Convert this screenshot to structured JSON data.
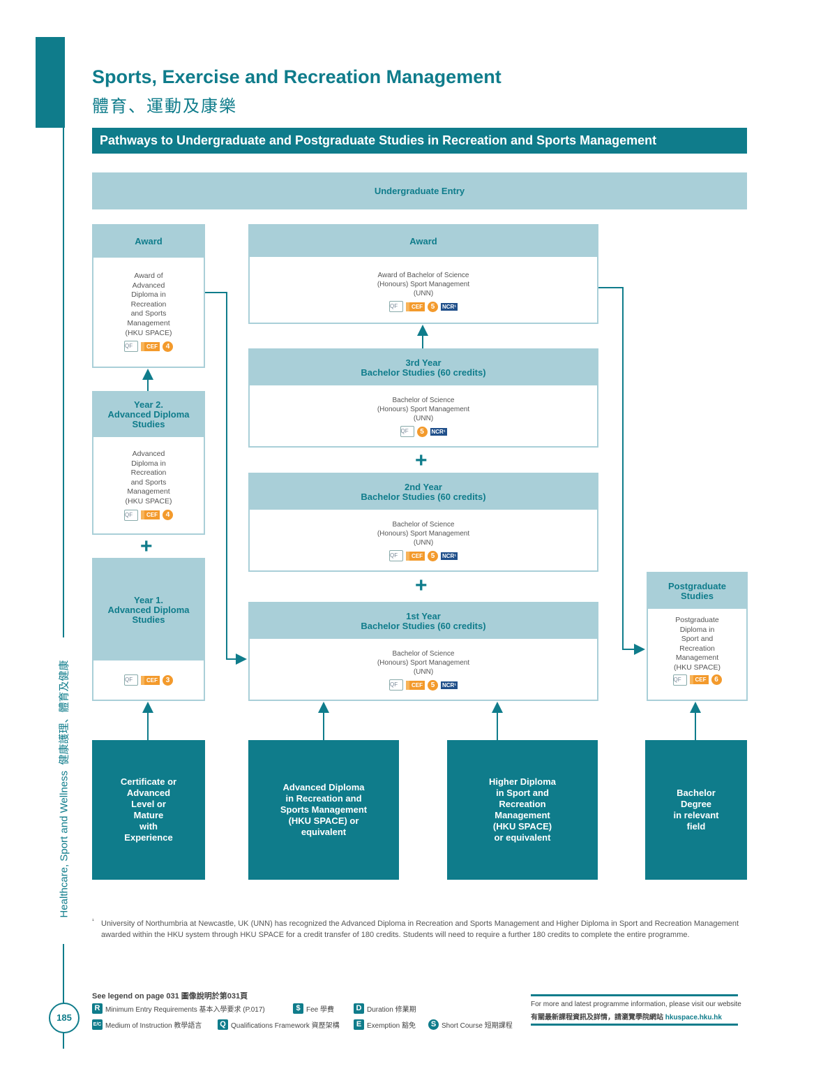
{
  "page": {
    "title_en": "Sports, Exercise and Recreation Management",
    "title_zh": "體育、運動及康樂",
    "band": "Pathways to Undergraduate and Postgraduate Studies in Recreation and Sports Management",
    "side_text": "Healthcare, Sport and Wellness  健康護理、體育及健康",
    "page_number": "185"
  },
  "colors": {
    "accent": "#0f7c8b",
    "header": "#a9cfd8",
    "cef": "#f39a2c",
    "ncr": "#1f4f8a"
  },
  "diagram": {
    "undergrad_entry": "Undergraduate Entry",
    "left_award": {
      "header": "Award",
      "body": "Award of\nAdvanced\nDiploma in\nRecreation\nand Sports\nManagement\n(HKU SPACE)",
      "level": "4"
    },
    "year2": {
      "header": "Year 2.\nAdvanced Diploma\nStudies",
      "body": "Advanced\nDiploma in\nRecreation\nand Sports\nManagement\n(HKU SPACE)",
      "level": "4"
    },
    "year1": {
      "header": "Year 1.\nAdvanced Diploma\nStudies",
      "level": "3"
    },
    "center_award": {
      "header": "Award",
      "body": "Award of Bachelor of Science\n(Honours) Sport Management\n(UNN)",
      "level": "5"
    },
    "third": {
      "header": "3rd Year\nBachelor Studies (60 credits)",
      "body": "Bachelor of Science\n(Honours) Sport Management\n(UNN)",
      "level": "5"
    },
    "second": {
      "header": "2nd Year\nBachelor Studies (60 credits)",
      "body": "Bachelor of Science\n(Honours) Sport Management\n(UNN)",
      "level": "5"
    },
    "first": {
      "header": "1st Year\nBachelor Studies (60 credits)",
      "body": "Bachelor of Science\n(Honours) Sport Management\n(UNN)",
      "level": "5"
    },
    "postgrad": {
      "header": "Postgraduate\nStudies",
      "body": "Postgraduate\nDiploma in\nSport and\nRecreation\nManagement\n(HKU SPACE)",
      "level": "6"
    },
    "entries": [
      "Certificate or\nAdvanced\nLevel or\nMature\nwith\nExperience",
      "Advanced Diploma\nin Recreation and\nSports Management\n(HKU SPACE) or\nequivalent",
      "Higher Diploma\nin Sport and\nRecreation\nManagement\n(HKU SPACE)\nor equivalent",
      "Bachelor\nDegree\nin relevant\nfield"
    ],
    "plus": "+",
    "cef": "CEF",
    "ncr": "NCR¹",
    "qf": "QF"
  },
  "footnote": {
    "mark": "¹",
    "text": "University of Northumbria at Newcastle, UK (UNN) has recognized the Advanced Diploma in Recreation and Sports Management and Higher Diploma in Sport and Recreation Management awarded within the HKU system through HKU SPACE for a credit transfer of 180 credits. Students will need to require a further 180 credits to complete the entire programme."
  },
  "legend": {
    "title": "See legend on page 031  圖像說明於第031頁",
    "items": [
      {
        "key": "R",
        "label": "Minimum Entry Requirements 基本入學要求 (P.017)"
      },
      {
        "key": "$",
        "label": "Fee 學費"
      },
      {
        "key": "D",
        "label": "Duration 修業期"
      },
      {
        "key": "E/C",
        "label": "Medium of Instruction 教學語言"
      },
      {
        "key": "Q",
        "label": "Qualifications Framework 資歷架構"
      },
      {
        "key": "E",
        "label": "Exemption 豁免"
      },
      {
        "key": "S",
        "label": "Short Course 短期課程"
      }
    ]
  },
  "info": {
    "en": "For more and latest programme information, please visit our website",
    "zh": "有關最新課程資訊及詳情，請瀏覽學院網站",
    "url": "hkuspace.hku.hk"
  }
}
